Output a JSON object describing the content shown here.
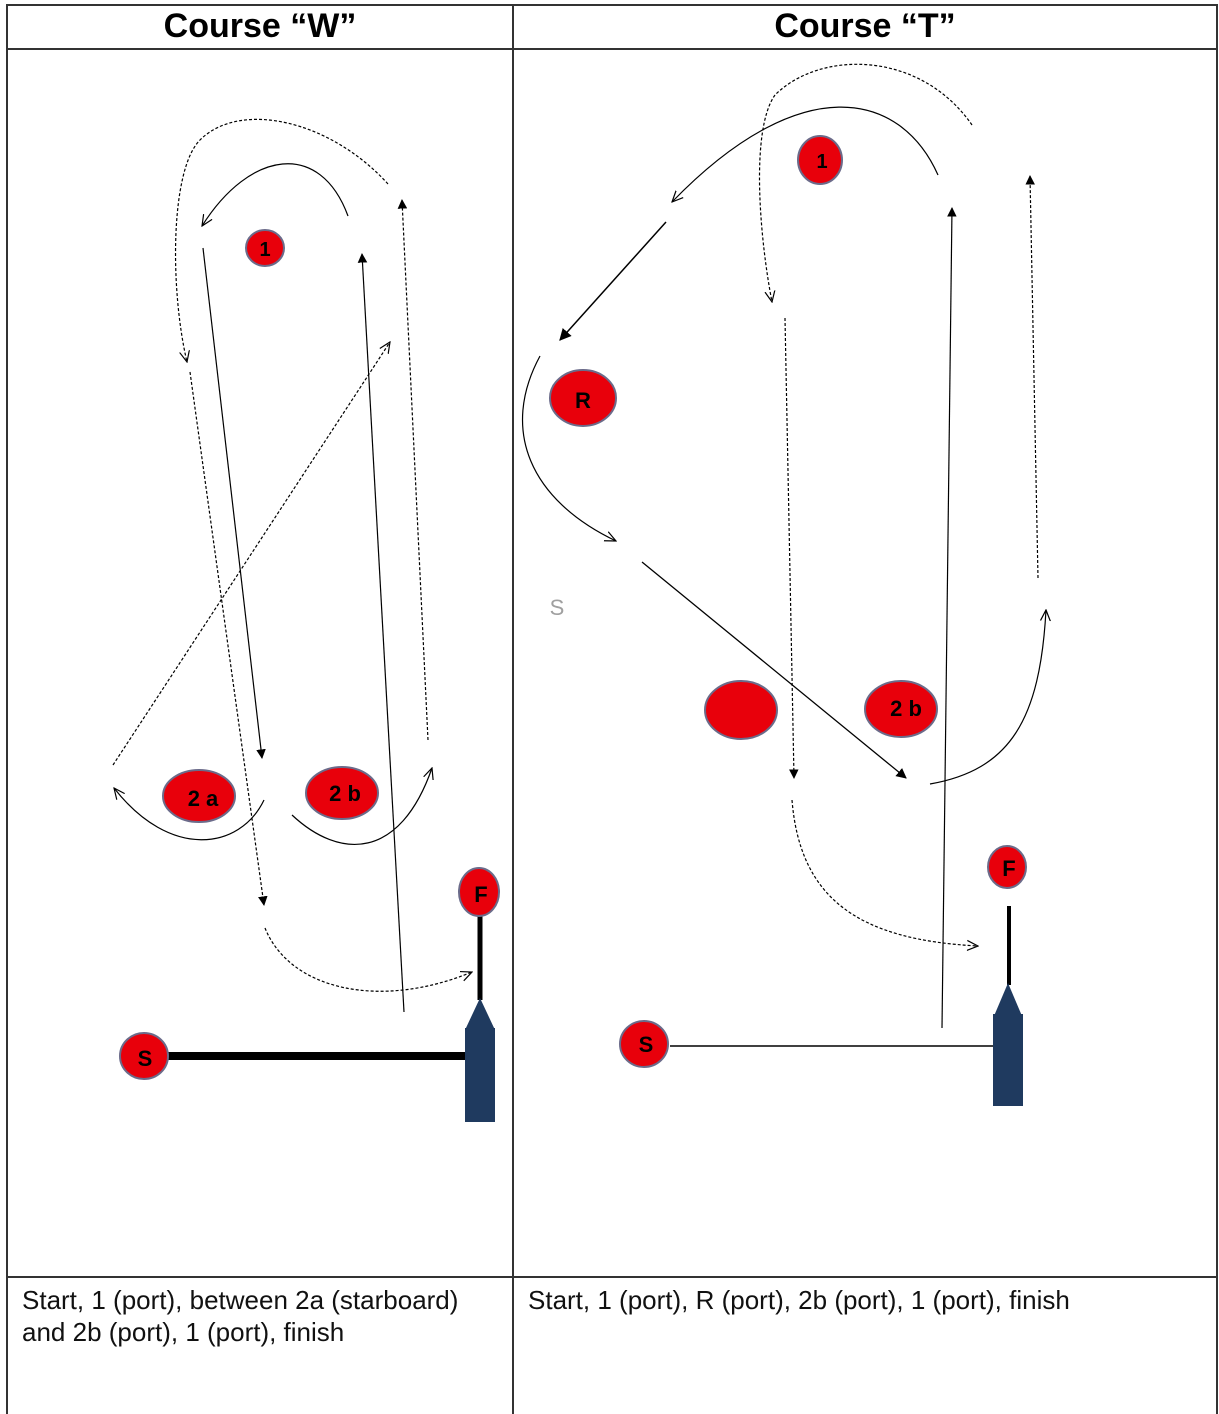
{
  "columns": [
    {
      "title": "Course “W”",
      "description": "Start, 1 (port), between 2a (starboard) and 2b (port), 1 (port), finish",
      "marks": {
        "mark1": "1",
        "mark2a": "2 a",
        "mark2b": "2 b",
        "finish": "F",
        "start": "S"
      }
    },
    {
      "title": "Course “T”",
      "description": "Start, 1 (port), R (port), 2b (port), 1 (port), finish",
      "marks": {
        "mark1": "1",
        "markR": "R",
        "mark2b": "2 b",
        "finish": "F",
        "start": "S",
        "stray": "S"
      }
    }
  ],
  "colors": {
    "buoy": "#e8000b",
    "buoy_border": "#6b6b8a",
    "committee_boat": "#1f3a5f",
    "line": "#000000",
    "stray_label": "#a0a0a0"
  }
}
